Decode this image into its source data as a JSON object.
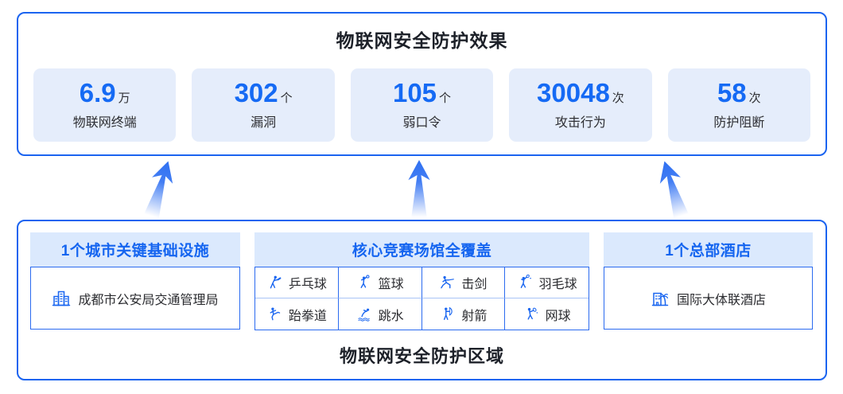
{
  "colors": {
    "accent_border": "#1b64f0",
    "stat_value_blue": "#156af4",
    "card_bg": "#e5edfb",
    "band_bg": "#dbe9fd",
    "section_header_blue": "#1565f0",
    "arrow_blue": "#2f70f2",
    "text_dark": "#2b2c30"
  },
  "top_panel": {
    "title": "物联网安全防护效果",
    "stats": [
      {
        "value": "6.9",
        "unit": "万",
        "label": "物联网终端"
      },
      {
        "value": "302",
        "unit": "个",
        "label": "漏洞"
      },
      {
        "value": "105",
        "unit": "个",
        "label": "弱口令"
      },
      {
        "value": "30048",
        "unit": "次",
        "label": "攻击行为"
      },
      {
        "value": "58",
        "unit": "次",
        "label": "防护阻断"
      }
    ]
  },
  "flow": {
    "arrow_icon": "up-arrow-icon",
    "arrow_count": 3
  },
  "bottom_panel": {
    "title": "物联网安全防护区域",
    "infrastructure": {
      "header": "1个城市关键基础设施",
      "icon": "government-building-icon",
      "label": "成都市公安局交通管理局"
    },
    "venues": {
      "header": "核心竞赛场馆全覆盖",
      "items": [
        {
          "icon": "table-tennis-icon",
          "label": "乒乓球"
        },
        {
          "icon": "basketball-icon",
          "label": "篮球"
        },
        {
          "icon": "fencing-icon",
          "label": "击剑"
        },
        {
          "icon": "badminton-icon",
          "label": "羽毛球"
        },
        {
          "icon": "taekwondo-icon",
          "label": "跆拳道"
        },
        {
          "icon": "diving-icon",
          "label": "跳水"
        },
        {
          "icon": "archery-icon",
          "label": "射箭"
        },
        {
          "icon": "tennis-icon",
          "label": "网球"
        }
      ]
    },
    "hotel": {
      "header": "1个总部酒店",
      "icon": "hotel-building-icon",
      "label": "国际大体联酒店"
    }
  }
}
